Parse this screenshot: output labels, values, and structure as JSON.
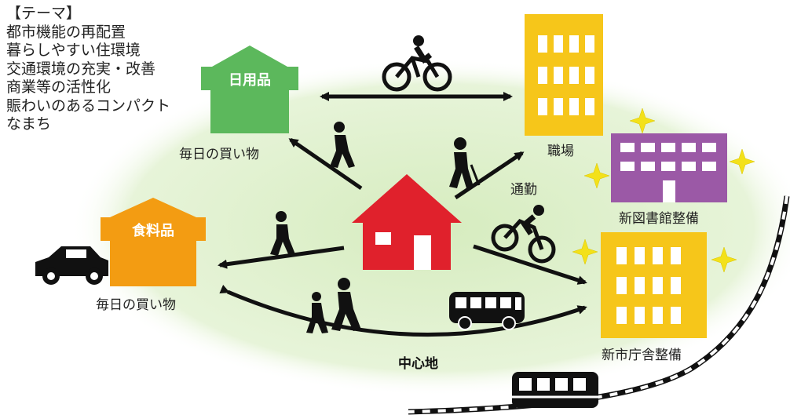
{
  "theme": {
    "heading": "【テーマ】",
    "lines": [
      "都市機能の再配置",
      "暮らしやすい住環境",
      "交通環境の充実・改善",
      "商業等の活性化",
      "賑わいのあるコンパクト",
      "なまち"
    ]
  },
  "shops": {
    "daily_goods": {
      "sign": "日用品",
      "caption": "毎日の買い物",
      "color": "#5cb85c"
    },
    "food": {
      "sign": "食料品",
      "caption": "毎日の買い物",
      "color": "#f39c12"
    }
  },
  "destinations": {
    "workplace": "職場",
    "commute": "通勤",
    "library": "新図書館整備",
    "city_hall": "新市庁舎整備",
    "center": "中心地"
  },
  "colors": {
    "home": "#e0212c",
    "office": "#f6c61a",
    "library": "#9b59a6",
    "green_area": "#dcefc7"
  },
  "icons": [
    "house-icon",
    "walker-icon",
    "cyclist-icon",
    "bus-icon",
    "car-icon",
    "train-icon",
    "sparkle-icon"
  ]
}
